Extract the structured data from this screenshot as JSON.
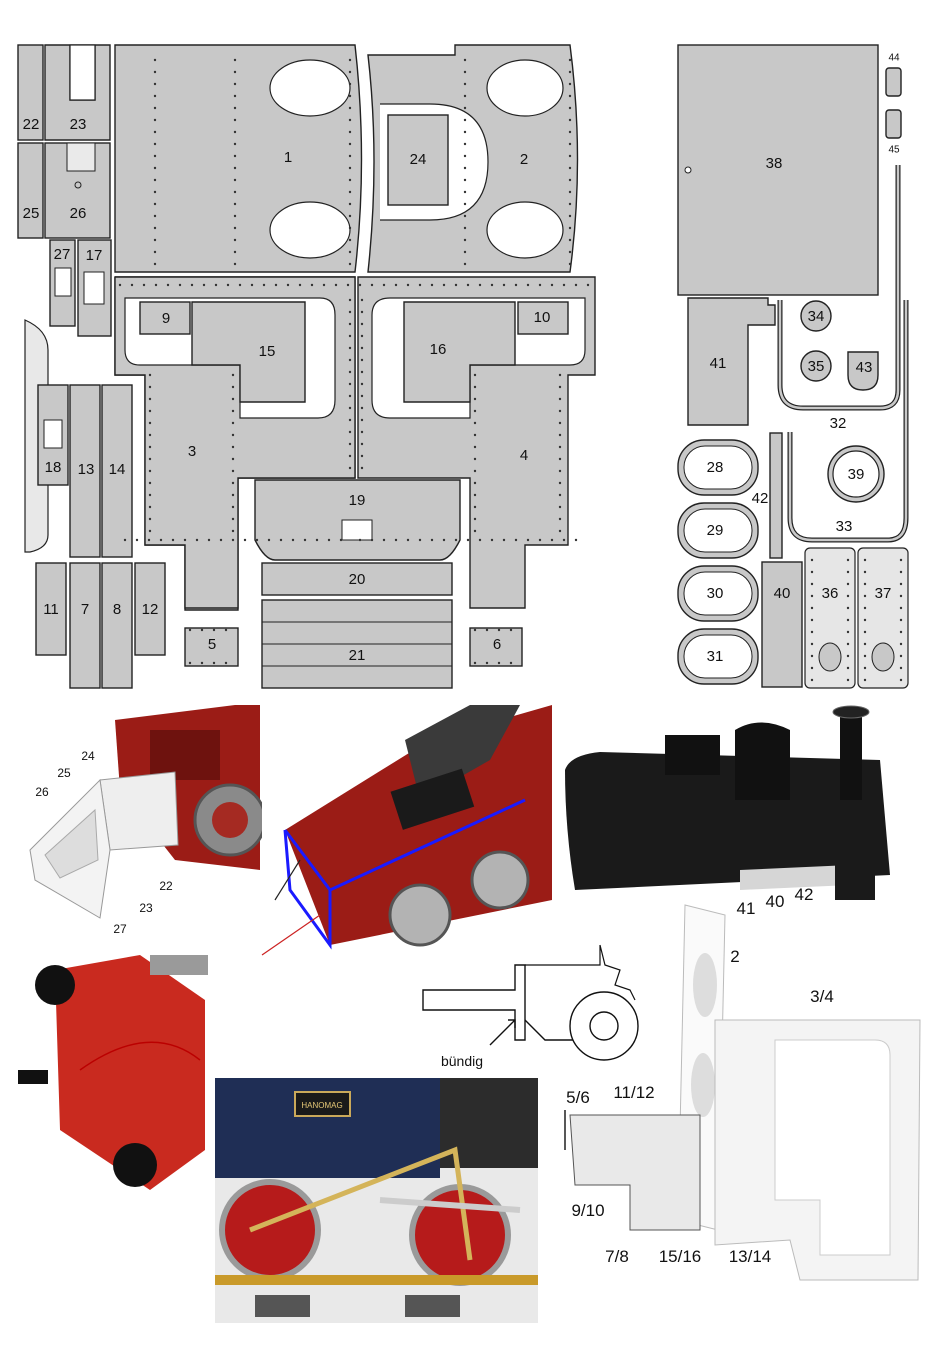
{
  "sheet": {
    "part_labels": [
      "1",
      "2",
      "3",
      "4",
      "5",
      "6",
      "7",
      "8",
      "9",
      "10",
      "11",
      "12",
      "13",
      "14",
      "15",
      "16",
      "17",
      "18",
      "19",
      "20",
      "21",
      "22",
      "23",
      "24",
      "25",
      "26",
      "27",
      "28",
      "29",
      "30",
      "31",
      "32",
      "33",
      "34",
      "35",
      "36",
      "37",
      "38",
      "39",
      "40",
      "41",
      "42",
      "43",
      "44",
      "45"
    ]
  },
  "photos": {
    "pocket_labels": [
      "24",
      "25",
      "26",
      "22",
      "23",
      "27"
    ],
    "body_labels": [
      "41",
      "40",
      "42"
    ],
    "schematic_label": "bündig",
    "frame_labels": [
      "2",
      "3/4",
      "5/6",
      "11/12",
      "9/10",
      "7/8",
      "15/16",
      "13/14"
    ],
    "plate_text": "HANOMAG"
  },
  "colors": {
    "part_fill": "#c8c8c8",
    "outline": "#222222",
    "loco_red": "#b3261e",
    "cab_blue": "#1f2e55",
    "edge_blue": "#1a1aff"
  }
}
